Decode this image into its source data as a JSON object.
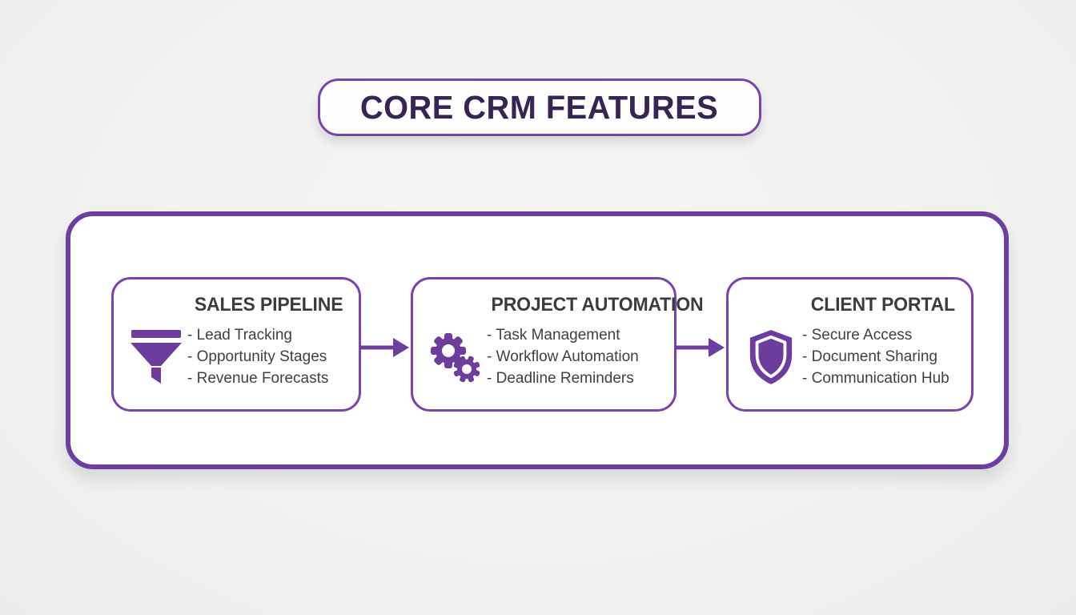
{
  "title": {
    "label": "CORE CRM FEATURES"
  },
  "colors": {
    "accent_border": "#7b44ad",
    "container_border": "#6a3fa0",
    "icon_purple": "#6d3d9e",
    "title_text": "#362452",
    "heading_text": "#3c3c40",
    "body_text": "#404045",
    "background": "#f0f0ee",
    "card_background": "#ffffff"
  },
  "cards": [
    {
      "heading": "SALES PIPELINE",
      "icon": "funnel-icon",
      "items": [
        "- Lead Tracking",
        "- Opportunity Stages",
        "- Revenue Forecasts"
      ]
    },
    {
      "heading": "PROJECT AUTOMATION",
      "icon": "gears-icon",
      "items": [
        "- Task Management",
        "- Workflow Automation",
        "- Deadline Reminders"
      ]
    },
    {
      "heading": "CLIENT PORTAL",
      "icon": "shield-icon",
      "items": [
        "- Secure Access",
        "- Document Sharing",
        "- Communication Hub"
      ]
    }
  ]
}
